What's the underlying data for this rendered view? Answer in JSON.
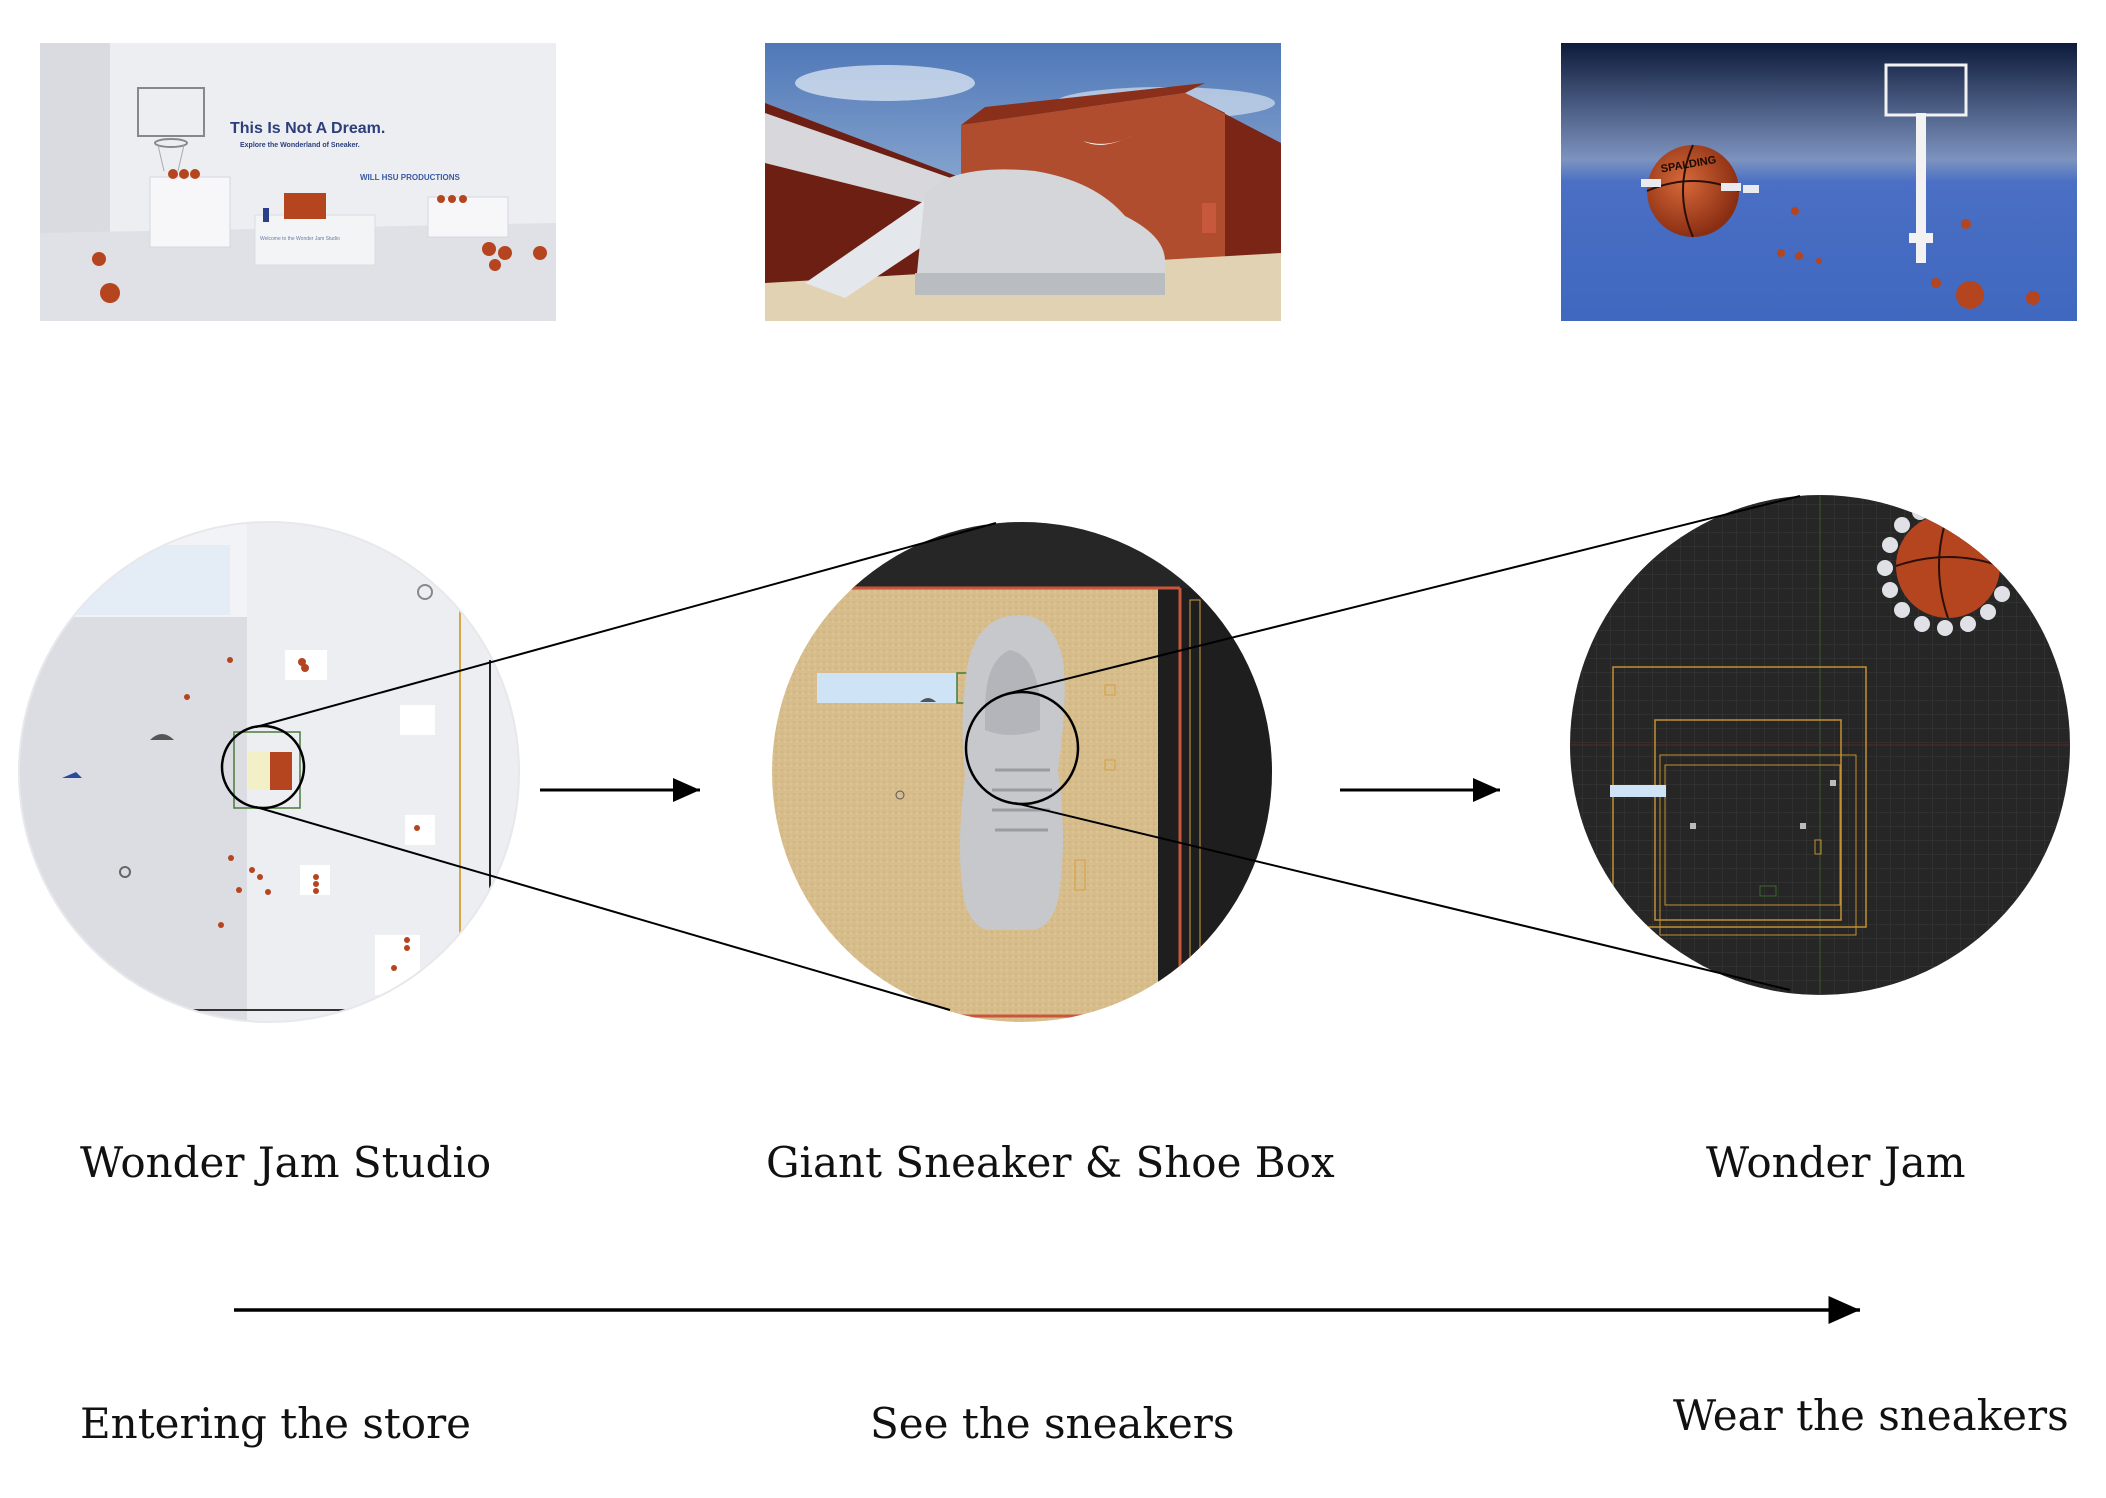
{
  "thumbnails": {
    "studio": {
      "headline": "This Is Not A Dream.",
      "subline": "Explore the Wonderland of Sneaker.",
      "credit": "WILL HSU PRODUCTIONS",
      "welcome": "Welcome to the Wonder Jam Studio"
    },
    "wonderjam": {
      "ball_brand": "SPALDING"
    }
  },
  "stages": [
    {
      "title": "Wonder Jam Studio",
      "caption": "Entering the store"
    },
    {
      "title": "Giant Sneaker & Shoe Box",
      "caption": "See the sneakers"
    },
    {
      "title": "Wonder Jam",
      "caption": "Wear the sneakers"
    }
  ],
  "colors": {
    "ball": "#b5451f",
    "sky": "#4a6fc4",
    "brick": "#a8462a",
    "sand": "#d7bd8c",
    "grid_bg": "#262626"
  }
}
